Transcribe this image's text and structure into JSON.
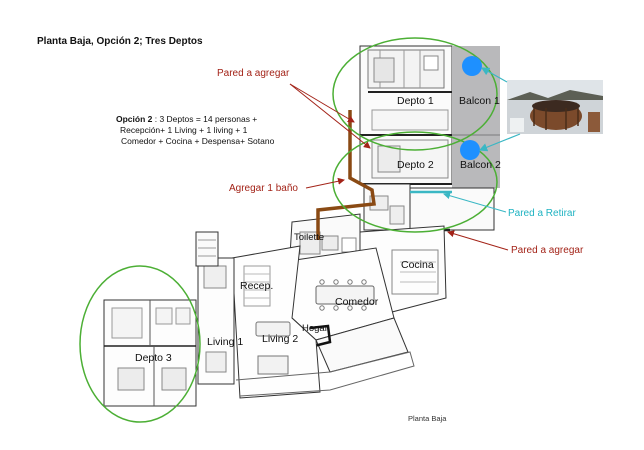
{
  "title": "Planta Baja, Opción 2; Tres  Deptos",
  "option": {
    "label": "Opción 2",
    "line1": "  : 3 Deptos = 14 personas +",
    "line2": "Recepción+ 1 Living + 1 living + 1",
    "line3": "Comedor + Cocina + Despensa+ Sotano"
  },
  "annotations": {
    "pared_agregar_top": "Pared a agregar",
    "agregar_bano": "Agregar 1 baño",
    "pared_retirar": "Pared a Retirar",
    "pared_agregar_bottom": "Pared a agregar"
  },
  "rooms": {
    "depto1": "Depto 1",
    "balcon1": "Balcon 1",
    "depto2": "Depto 2",
    "balcon2": "Balcon 2",
    "toilette": "Toilette",
    "cocina": "Cocina",
    "recep": "Recep.",
    "comedor": "Comedor",
    "hogar": "Hogar",
    "living1": "Living 1",
    "living2": "Living 2",
    "depto3": "Depto 3"
  },
  "footer": "Planta Baja",
  "colors": {
    "highlight_ellipse": "#4caf35",
    "added_wall": "#8a4a14",
    "removed_wall": "#3ab7c4",
    "annotation_red": "#a32318",
    "balcony_gray": "#b9b9bb",
    "marker_blue": "#1e90ff"
  },
  "icons": {
    "photo": "hot-tub-photo-icon",
    "marker": "circle-marker-icon"
  }
}
